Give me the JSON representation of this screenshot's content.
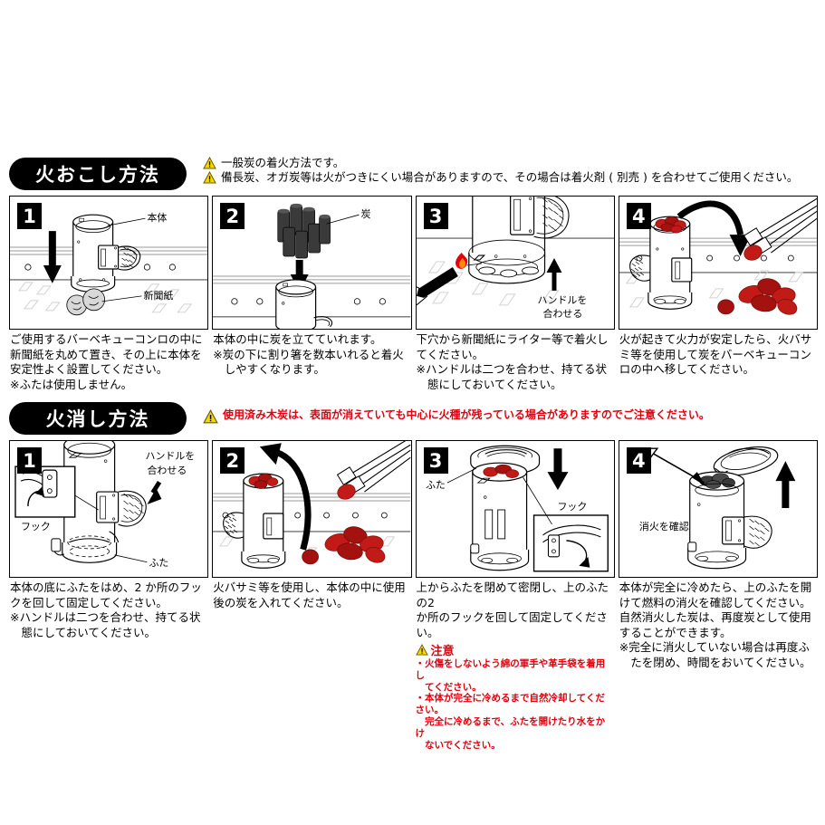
{
  "sections": [
    {
      "id": "ignition",
      "title": "火おこし方法",
      "notes": [
        {
          "icon": "warning-triangle-icon",
          "text": "一般炭の着火方法です。",
          "style": "black"
        },
        {
          "icon": "warning-triangle-icon",
          "text": "備長炭、オガ炭等は火がつきにくい場合がありますので、その場合は着火剤 ( 別売 ) を合わせてご使用ください。",
          "style": "black"
        }
      ],
      "steps": [
        {
          "number": "1",
          "labels": [
            "本体",
            "新聞紙"
          ],
          "caption": "ご使用するバーベキューコンロの中に\n新聞紙を丸めて置き、その上に本体を\n安定性よく設置してください。\n※ふたは使用しません。"
        },
        {
          "number": "2",
          "labels": [
            "炭"
          ],
          "caption": "本体の中に炭を立てていれます。\n※炭の下に割り箸を数本いれると着火\n　しやすくなります。"
        },
        {
          "number": "3",
          "labels": [
            "ハンドルを",
            "合わせる"
          ],
          "caption": "下穴から新聞紙にライター等で着火し\nてください。\n※ハンドルは二つを合わせ、持てる状\n　態にしておいてください。"
        },
        {
          "number": "4",
          "labels": [],
          "caption": "火が起きて火力が安定したら、火バサ\nミ等を使用して炭をバーベキューコン\nロの中へ移してください。"
        }
      ]
    },
    {
      "id": "extinguish",
      "title": "火消し方法",
      "notes": [
        {
          "icon": "warning-triangle-icon",
          "text": "使用済み木炭は、表面が消えていても中心に火種が残っている場合がありますのでご注意ください。",
          "style": "red"
        }
      ],
      "steps": [
        {
          "number": "1",
          "labels": [
            "ハンドルを",
            "合わせる",
            "フック",
            "ふた"
          ],
          "caption": "本体の底にふたをはめ、2 か所のフッ\nクを回して固定してください。\n※ハンドルは二つを合わせ、持てる状\n　態にしておいてください。"
        },
        {
          "number": "2",
          "labels": [],
          "caption": "火バサミ等を使用し、本体の中に使用\n後の炭を入れてください。"
        },
        {
          "number": "3",
          "labels": [
            "ふた",
            "フック"
          ],
          "caption": "上からふたを閉めて密閉し、上のふたの2\nか所のフックを回して固定してください。",
          "caution": {
            "icon": "warning-triangle-icon",
            "heading": "注意",
            "body": "・火傷をしないよう綿の軍手や革手袋を着用し\n　てください。\n・本体が完全に冷めるまで自然冷却してください。\n　完全に冷めるまで、ふたを開けたり水をかけ\n　ないでください。"
          }
        },
        {
          "number": "4",
          "labels": [
            "消火を確認"
          ],
          "caption": "本体が完全に冷めたら、上のふたを開\nけて燃料の消火を確認してください。\n自然消火した炭は、再度炭として使用\nすることができます。\n※完全に消火していない場合は再度ふ\n　たを閉め、時間をおいてください。"
        }
      ]
    }
  ],
  "colors": {
    "accent_red": "#e3000f",
    "warning_yellow": "#f5d800",
    "header_black": "#000000",
    "ember_red": "#c21b17"
  }
}
